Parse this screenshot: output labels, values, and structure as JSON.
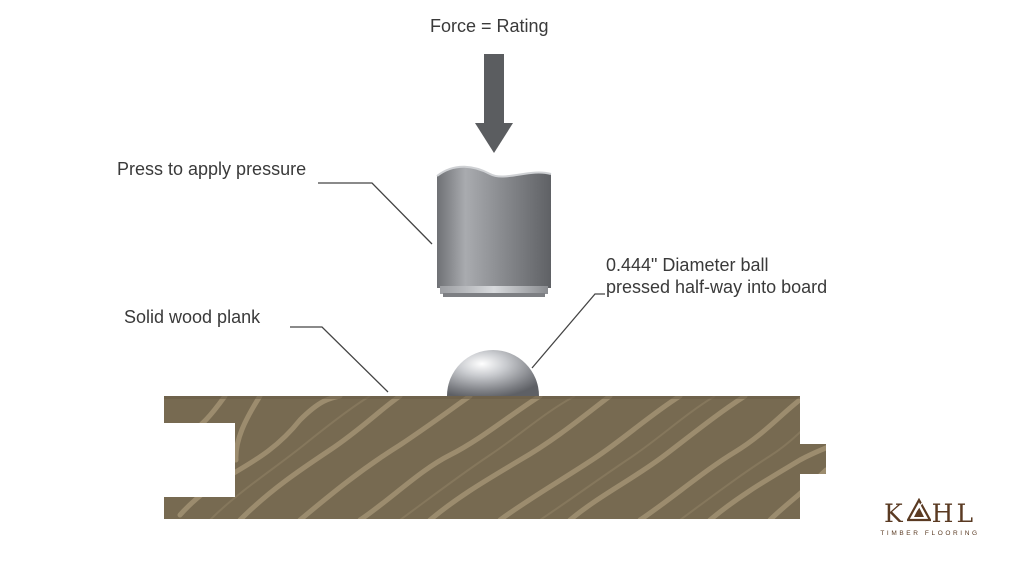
{
  "labels": {
    "force": "Force = Rating",
    "press": "Press to apply pressure",
    "ball_line1": "0.444\" Diameter ball",
    "ball_line2": "pressed half-way into board",
    "plank": "Solid wood plank"
  },
  "brand": {
    "letter_k": "K",
    "letters_hl": "HL",
    "subtitle": "TIMBER FLOORING",
    "logo_icon": "triangle-a-logo-icon"
  },
  "colors": {
    "wood": "#776a51",
    "wood_grain": "#a89878",
    "steel": "#8a8c90",
    "arrow": "#5b5d60",
    "leader": "#444444",
    "brand": "#5a3a22"
  }
}
